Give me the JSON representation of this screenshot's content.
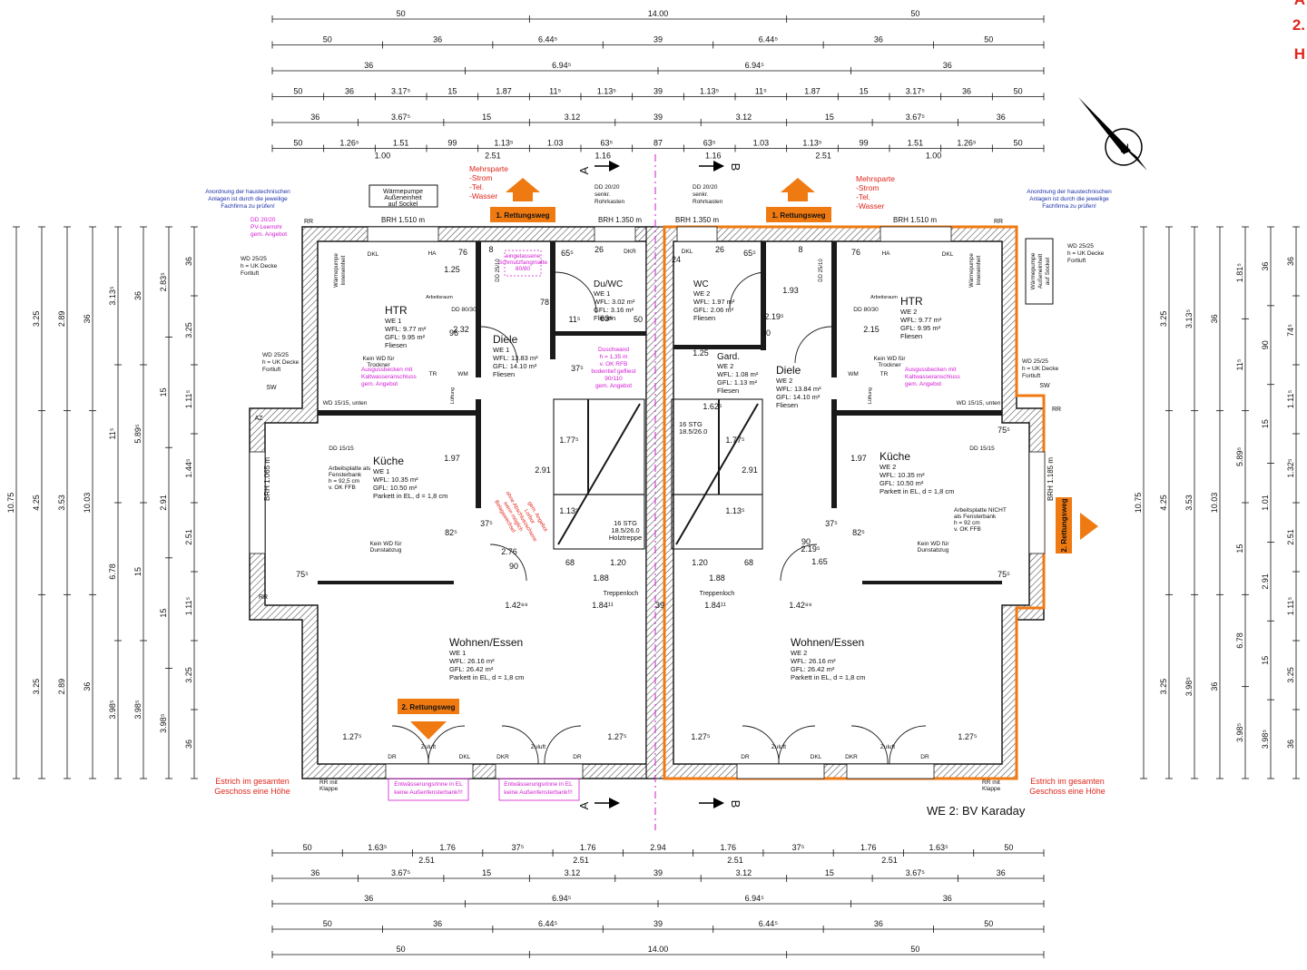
{
  "corner": [
    "A",
    "2.",
    "H"
  ],
  "dims": {
    "top": [
      [
        "50",
        "14.00",
        "50"
      ],
      [
        "50",
        "36",
        "6.44⁵",
        "39",
        "6.44⁵",
        "36",
        "50"
      ],
      [
        "36",
        "6.94⁵",
        "6.94⁵",
        "36"
      ],
      [
        "50",
        "36",
        "3.17⁵",
        "15",
        "1.87",
        "11⁵",
        "1.13⁵",
        "39",
        "1.13⁵",
        "11⁵",
        "1.87",
        "15",
        "3.17⁵",
        "36",
        "50"
      ],
      [
        "36",
        "3.67⁵",
        "15",
        "3.12",
        "39",
        "3.12",
        "15",
        "3.67⁵",
        "36"
      ],
      [
        "50",
        "1.26⁵",
        "1.51",
        "99",
        "1.13⁵",
        "1.03",
        "63⁵",
        "87",
        "63⁵",
        "1.03",
        "1.13⁵",
        "99",
        "1.51",
        "1.26⁵",
        "50"
      ]
    ],
    "top_sub": [
      "1.00",
      "2.51",
      "1.16",
      "1.16",
      "2.51",
      "1.00"
    ],
    "bottom": [
      [
        "50",
        "1.63⁵",
        "1.76",
        "37⁵",
        "1.76",
        "2.94",
        "1.76",
        "37⁵",
        "1.76",
        "1.63⁵",
        "50"
      ],
      [
        "36",
        "3.67⁵",
        "15",
        "3.12",
        "39",
        "3.12",
        "15",
        "3.67⁵",
        "36"
      ],
      [
        "36",
        "6.94⁵",
        "6.94⁵",
        "36"
      ],
      [
        "50",
        "36",
        "6.44⁵",
        "39",
        "6.44⁵",
        "36",
        "50"
      ],
      [
        "50",
        "14.00",
        "50"
      ]
    ],
    "bottom_sub": [
      "2.51",
      "2.51",
      "2.51",
      "2.51"
    ],
    "left": [
      [
        "10.75"
      ],
      [
        "3.25",
        "4.25",
        "3.25"
      ],
      [
        "2.89",
        "3.53",
        "2.89"
      ],
      [
        "36",
        "10.03",
        "36"
      ],
      [
        "3.13⁵",
        "11⁵",
        "6.78",
        "3.98⁵"
      ],
      [
        "36",
        "5.89⁵",
        "15",
        "3.98⁵"
      ],
      [
        "2.83⁵",
        "15",
        "2.91",
        "15",
        "3.98⁵"
      ],
      [
        "36",
        "3.25",
        "1.11⁵",
        "1.44⁵",
        "2.51",
        "1.11⁵",
        "3.25",
        "36"
      ]
    ],
    "right": [
      [
        "10.75"
      ],
      [
        "3.25",
        "4.25",
        "3.25"
      ],
      [
        "3.13⁵",
        "3.53",
        "3.98⁵"
      ],
      [
        "36",
        "10.03",
        "36"
      ],
      [
        "1.81⁵",
        "11⁵",
        "5.89⁵",
        "15",
        "6.78",
        "3.98⁵"
      ],
      [
        "36",
        "90",
        "15",
        "1.01",
        "2.91",
        "15",
        "3.98⁵"
      ],
      [
        "36",
        "74⁵",
        "1.11⁵",
        "1.32⁵",
        "2.51",
        "1.11⁵",
        "3.25",
        "36"
      ]
    ]
  },
  "rooms": {
    "htr1": {
      "name": "HTR",
      "lines": [
        "WE 1",
        "WFL: 9.77 m²",
        "GFL: 9.95 m²",
        "Fliesen"
      ]
    },
    "diele1": {
      "name": "Diele",
      "lines": [
        "WE 1",
        "WFL: 13.83 m²",
        "GFL: 14.10 m²",
        "Fliesen"
      ]
    },
    "duwc1": {
      "name": "Du/WC",
      "lines": [
        "WE 1",
        "WFL: 3.02 m²",
        "GFL: 3.16 m²",
        "Fliesen"
      ]
    },
    "kueche1": {
      "name": "Küche",
      "lines": [
        "WE 1",
        "WFL: 10.35 m²",
        "GFL: 10.50 m²",
        "Parkett in EL, d = 1,8 cm"
      ]
    },
    "wohnen1": {
      "name": "Wohnen/Essen",
      "lines": [
        "WE 1",
        "WFL: 26.16 m²",
        "GFL: 26.42 m²",
        "Parkett in EL, d = 1,8 cm"
      ]
    },
    "wc2": {
      "name": "WC",
      "lines": [
        "WE 2",
        "WFL: 1.97 m²",
        "GFL: 2.06 m²",
        "Fliesen"
      ]
    },
    "gard2": {
      "name": "Gard.",
      "lines": [
        "WE 2",
        "WFL: 1.08 m²",
        "GFL: 1.13 m²",
        "Fliesen"
      ]
    },
    "diele2": {
      "name": "Diele",
      "lines": [
        "WE 2",
        "WFL: 13.84 m²",
        "GFL: 14.10 m²",
        "Fliesen"
      ]
    },
    "htr2": {
      "name": "HTR",
      "lines": [
        "WE 2",
        "WFL: 9.77 m²",
        "GFL: 9.95 m²",
        "Fliesen"
      ]
    },
    "kueche2": {
      "name": "Küche",
      "lines": [
        "WE 2",
        "WFL: 10.35 m²",
        "GFL: 10.50 m²",
        "Parkett in EL, d = 1,8 cm"
      ]
    },
    "wohnen2": {
      "name": "Wohnen/Essen",
      "lines": [
        "WE 2",
        "WFL: 26.16 m²",
        "GFL: 26.42 m²",
        "Parkett in EL, d = 1,8 cm"
      ]
    }
  },
  "labels": {
    "rett1": "1. Rettungsweg",
    "rett2": "2. Rettungsweg",
    "mehrsparte": [
      "Mehrsparte",
      "-Strom",
      "-Tel.",
      "-Wasser"
    ],
    "anordnung": [
      "Anordnung der haustechnischen",
      "Anlagen ist durch die jeweilige",
      "Fachfirma zu prüfen!"
    ],
    "waermepumpe": [
      "Wärmepumpe",
      "Außeneinheit",
      "auf Sockel"
    ],
    "brh_1510": "BRH 1.510  m",
    "brh_1350": "BRH 1.350  m",
    "brh_1065": "BRH 1.065  m",
    "brh_1185": "BRH 1.185  m",
    "dd2020_pv": [
      "DD 20/20",
      "PV-Leerrohr",
      "gem. Angebot"
    ],
    "wd2525": [
      "WD 25/25",
      "h = UK Decke",
      "Fortluft"
    ],
    "estrich": [
      "Estrich im gesamten",
      "Geschoss eine Höhe"
    ],
    "rr_klappe": [
      "RR mit",
      "Klappe"
    ],
    "entwaesserung": [
      "Entwässerungsrinne in EL",
      "keine Außenfensterbank!!!"
    ],
    "we2_title": "WE 2: BV Karaday",
    "stg1": [
      "16 STG",
      "18.5/26.0",
      "Holztreppe"
    ],
    "stg2": [
      "16 STG",
      "18.5/26.0"
    ],
    "ausguss": [
      "Ausgussbecken mit",
      "Kaltwasseranschluss",
      "gem. Angebot"
    ],
    "kein_wd_trockner": [
      "Kein WD für",
      "Trockner"
    ],
    "kein_wd_dunst": [
      "Kein WD für",
      "Dunstabzug"
    ],
    "arbeitsplatte1": [
      "Arbeitsplatte als",
      "Fensterbank",
      "h = 92,5 cm",
      "v. OK FFB"
    ],
    "arbeitsplatte2": [
      "Arbeitsplatte NICHT",
      "als Fensterbank",
      "h = 92 cm",
      "v. OK FFB"
    ],
    "duschwand": [
      "Duschwand",
      "h = 1,35 m",
      "v. OK RFB",
      "bodentief gefliest",
      "90/110",
      "gem. Angebot"
    ],
    "schmutzfang": [
      "eingelassene",
      "Schmutzfangmatte",
      "80/80"
    ],
    "belagwechsel": [
      "Belagswechsel",
      "wenn möglich",
      "ohne Abschlussschiene",
      "Lorbur",
      "gem. Angebot"
    ],
    "treppenloch": "Treppenloch",
    "senkr": [
      "senkr.",
      "Rohrkasten"
    ],
    "dd2020": "DD 20/20",
    "dd1515": "DD 15/15",
    "wd1515": "WD 15/15, unten",
    "dd8030": "DD 80/30",
    "dd2510": "DD 25/10",
    "sw": "SW",
    "az": "AZ",
    "rr": "RR",
    "dkl": "DKL",
    "dkr": "DKR",
    "dr": "DR",
    "ha": "HA",
    "zuluft": "Zuluft",
    "arbeitsraum": "Arbeitsraum",
    "wm": "WM",
    "tr": "TR",
    "luftung": "Lüftung",
    "waermepumpe_innen": [
      "Wärmepumpe",
      "Inneneinheit"
    ],
    "section_a": "A",
    "section_b": "B",
    "inner_dims": [
      "76",
      "26",
      "8",
      "65⁵",
      "1.25",
      "2.32",
      "78",
      "11⁵",
      "63⁵",
      "50",
      "96",
      "2.15",
      "37⁵",
      "1.13⁵",
      "1.77⁵",
      "2.91",
      "1.97",
      "82⁵",
      "75⁵",
      "37⁵",
      "90",
      "2.76",
      "68",
      "1.20",
      "1.88",
      "1.42⁸⁹",
      "1.84¹¹",
      "39",
      "1.25",
      "1.62⁵",
      "40",
      "1.93",
      "2.19⁵",
      "1.65",
      "1.27⁵",
      "24"
    ],
    "nord": "N"
  },
  "colors": {
    "wall": "#1a1a1a",
    "hatch": "#555555",
    "orange": "#f07a12",
    "red": "#e0261c",
    "magenta": "#d21ad2",
    "blue": "#1a2fa8"
  }
}
